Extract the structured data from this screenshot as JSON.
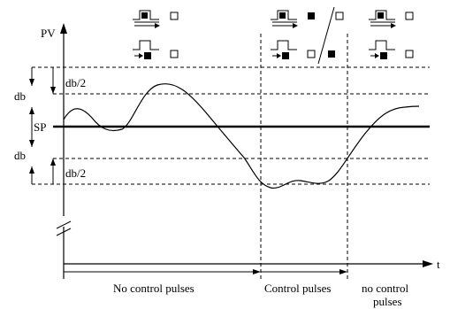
{
  "axis": {
    "y_label": "PV",
    "x_label": "t"
  },
  "levels": {
    "setpoint_label": "SP",
    "deadband_label": "db",
    "half_deadband_label": "db/2"
  },
  "phases": [
    {
      "id": "no-pulses-1",
      "label": "No control pulses"
    },
    {
      "id": "pulses",
      "label": "Control pulses"
    },
    {
      "id": "no-pulses-2",
      "label_line1": "no control",
      "label_line2": "pulses"
    }
  ],
  "indicators": [
    {
      "phase": "no-pulses-1",
      "upper": "empty",
      "lower": "empty"
    },
    {
      "phase": "pulses",
      "upper": "filled-or-empty",
      "lower": "empty-or-filled"
    },
    {
      "phase": "no-pulses-2",
      "upper": "empty",
      "lower": "empty"
    }
  ]
}
